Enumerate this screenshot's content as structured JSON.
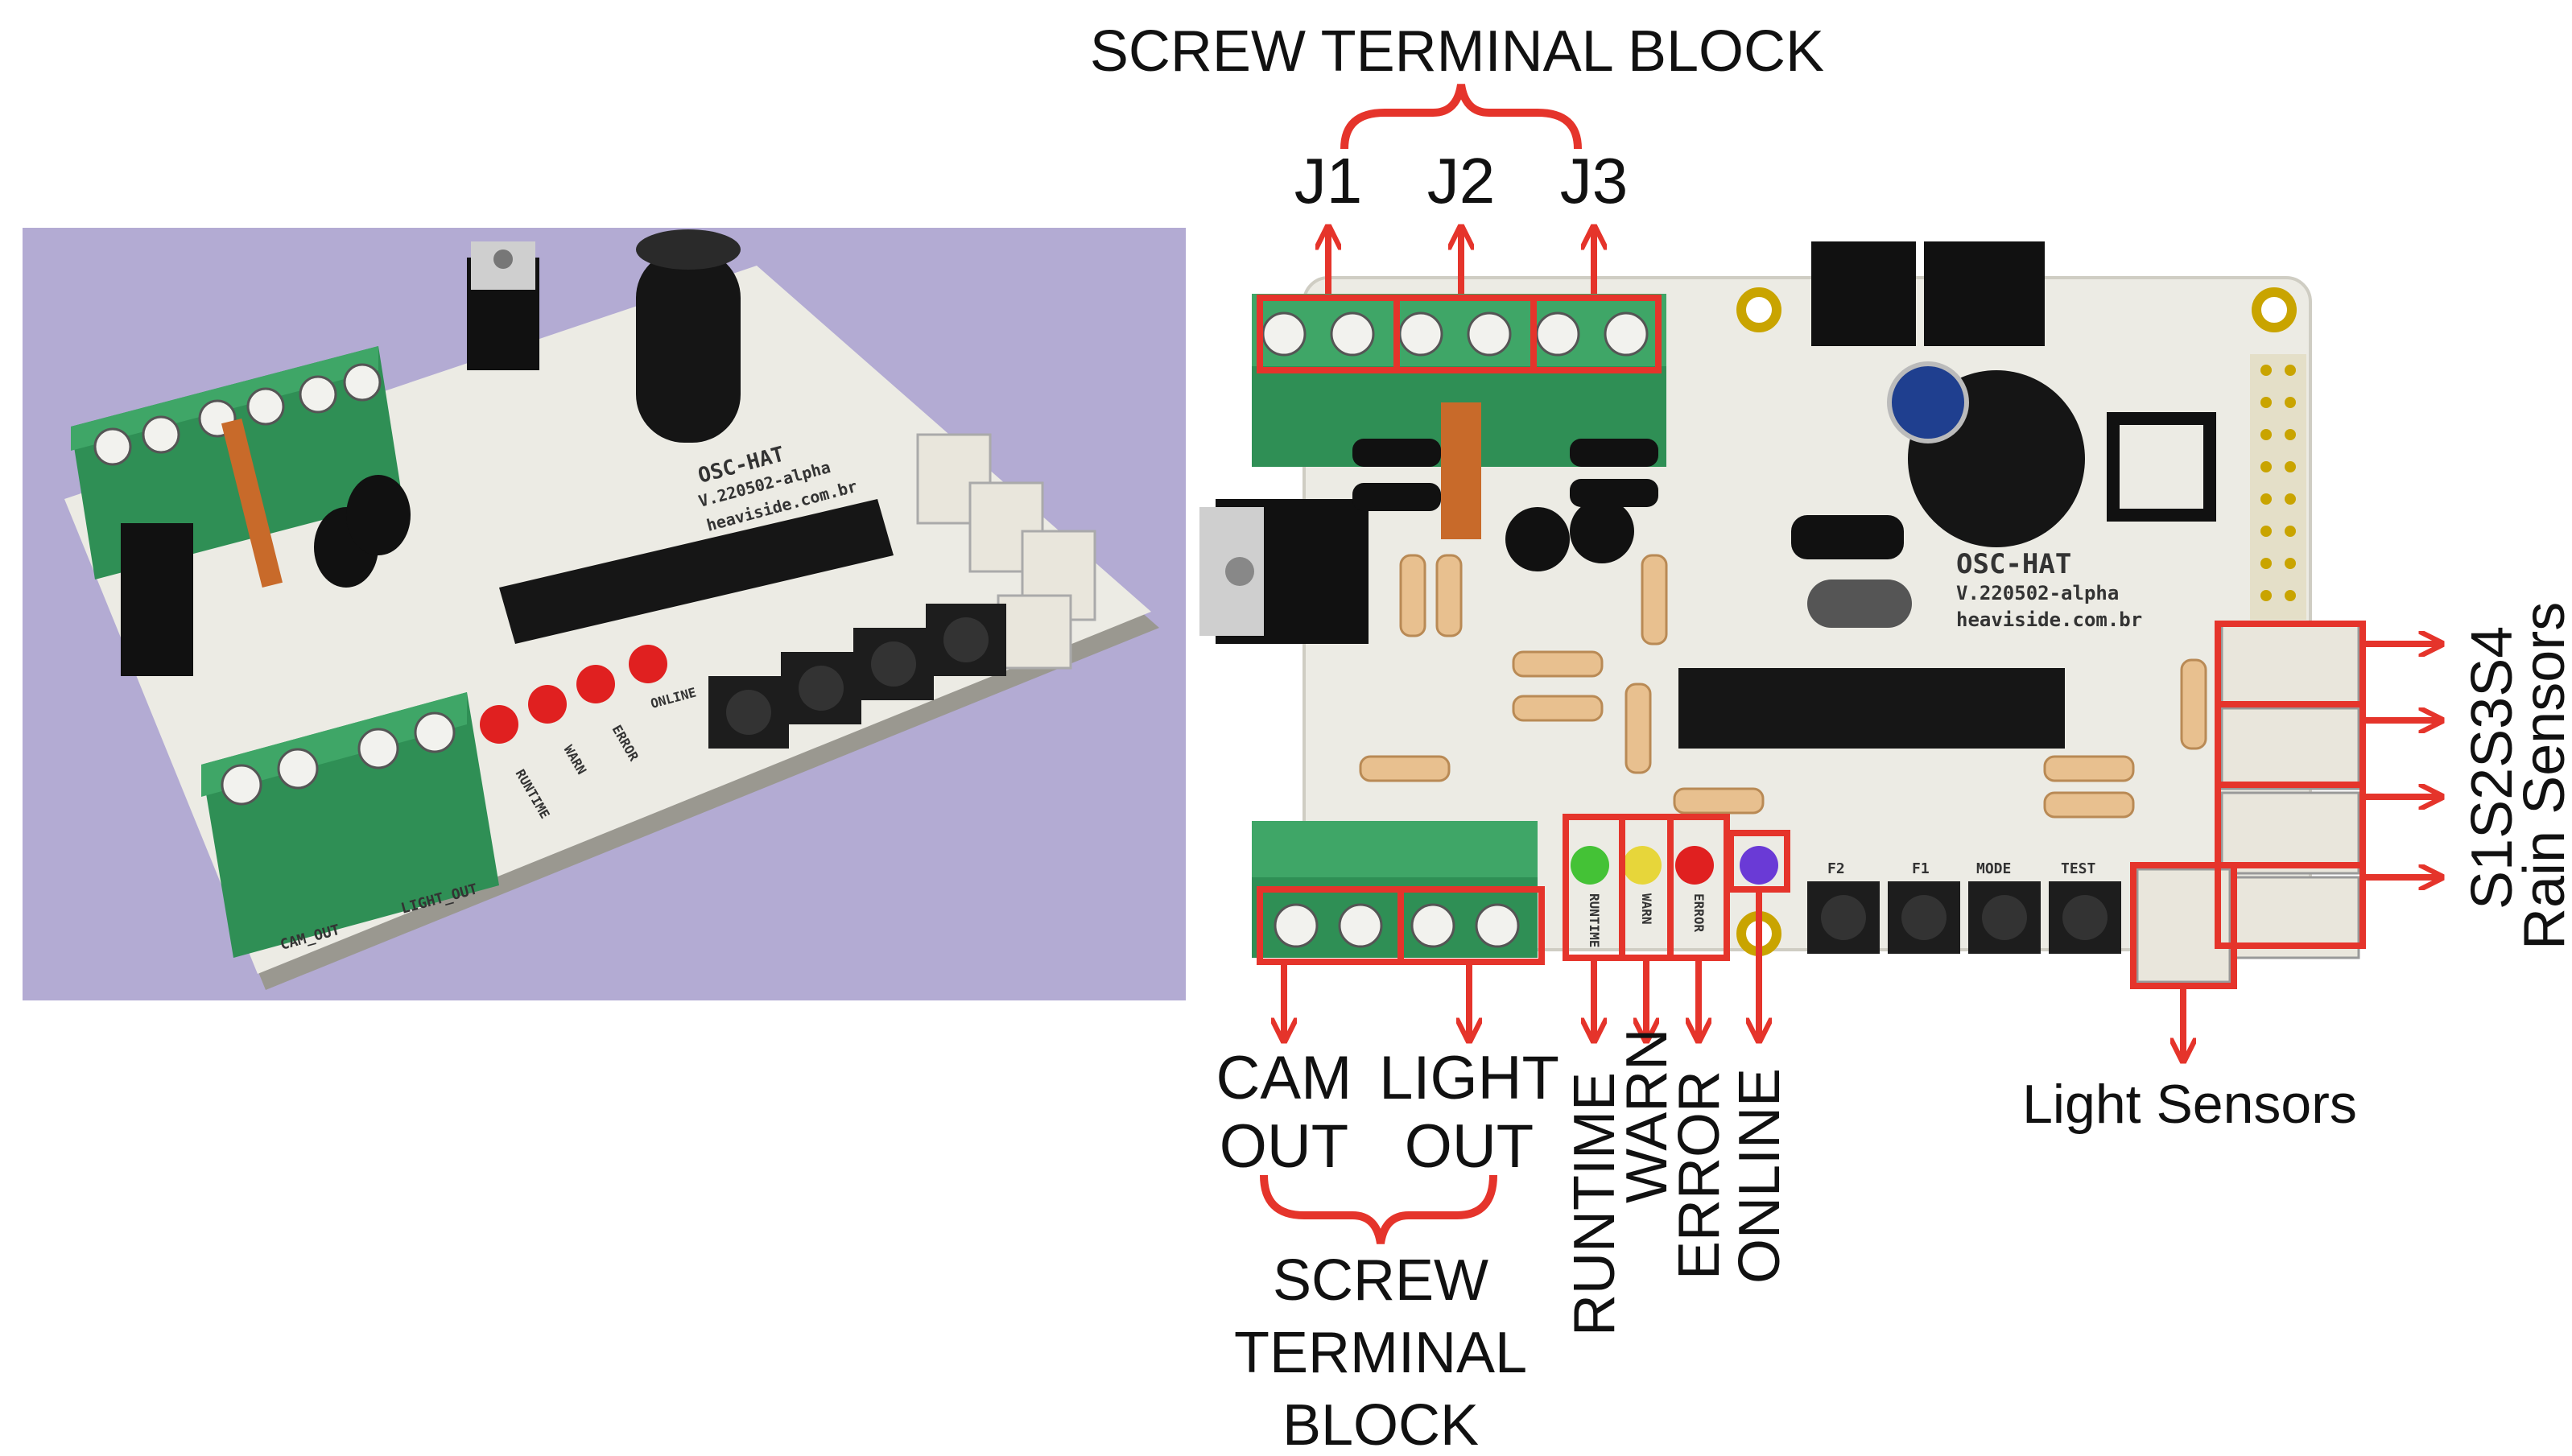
{
  "colors": {
    "callout_red": "#e5342b",
    "pcb_board": "#ecebe4",
    "terminal_green": "#2f8f55",
    "left_background": "#b3abd3",
    "label_text": "#111111"
  },
  "left_render": {
    "silk_title": "OSC-HAT",
    "silk_version": "V.220502-alpha",
    "silk_site": "heaviside.com.br",
    "silk_cam": "CAM_OUT",
    "silk_light": "LIGHT_OUT",
    "silk_runtime": "RUNTIME",
    "silk_warn": "WARN",
    "silk_error": "ERROR",
    "silk_online": "ONLINE"
  },
  "right_board": {
    "silk_title": "OSC-HAT",
    "silk_version": "V.220502-alpha",
    "silk_site": "heaviside.com.br",
    "silk_btn_f2": "F2",
    "silk_btn_f1": "F1",
    "silk_btn_mode": "MODE",
    "silk_btn_test": "TEST",
    "silk_led_runtime": "RUNTIME",
    "silk_led_warn": "WARN",
    "silk_led_error": "ERROR"
  },
  "callouts": {
    "top_block": "SCREW TERMINAL BLOCK",
    "j1": "J1",
    "j2": "J2",
    "j3": "J3",
    "cam_line1": "CAM",
    "cam_line2": "OUT",
    "light_line1": "LIGHT",
    "light_line2": "OUT",
    "bottom_block_line1": "SCREW",
    "bottom_block_line2": "TERMINAL",
    "bottom_block_line3": "BLOCK",
    "runtime": "RUNTIME",
    "warn": "WARN",
    "error": "ERROR",
    "online": "ONLINE",
    "light_sensors": "Light Sensors",
    "sensor_ids": "S1S2S3S4",
    "rain_sensors": "Rain Sensors"
  }
}
